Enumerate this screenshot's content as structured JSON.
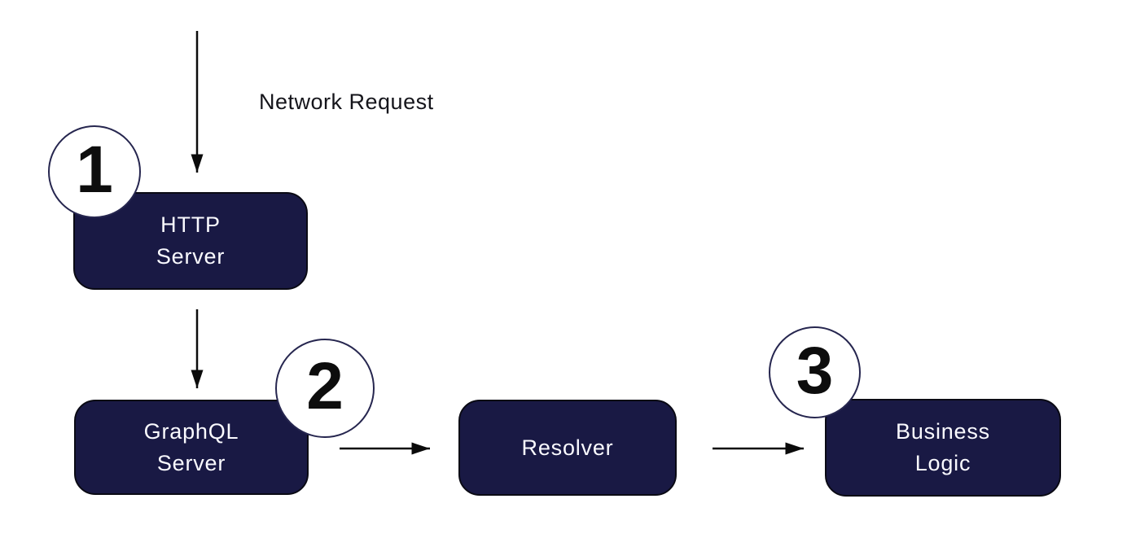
{
  "diagram": {
    "flow_label": "Network Request",
    "nodes": [
      {
        "name": "http-server",
        "lines": [
          "HTTP",
          "Server"
        ]
      },
      {
        "name": "graphql-server",
        "lines": [
          "GraphQL",
          "Server"
        ]
      },
      {
        "name": "resolver",
        "lines": [
          "Resolver"
        ]
      },
      {
        "name": "business-logic",
        "lines": [
          "Business",
          "Logic"
        ]
      }
    ],
    "step_badges": [
      {
        "number": "1"
      },
      {
        "number": "2"
      },
      {
        "number": "3"
      }
    ],
    "colors": {
      "node_fill": "#191944",
      "node_border": "#0a0a14",
      "node_text": "#fafaff",
      "badge_fill": "#ffffff",
      "badge_border": "#26264f",
      "badge_number": "#0d0d0d",
      "arrow": "#0b0b0b",
      "label_text": "#15151b",
      "background": "#ffffff"
    }
  }
}
